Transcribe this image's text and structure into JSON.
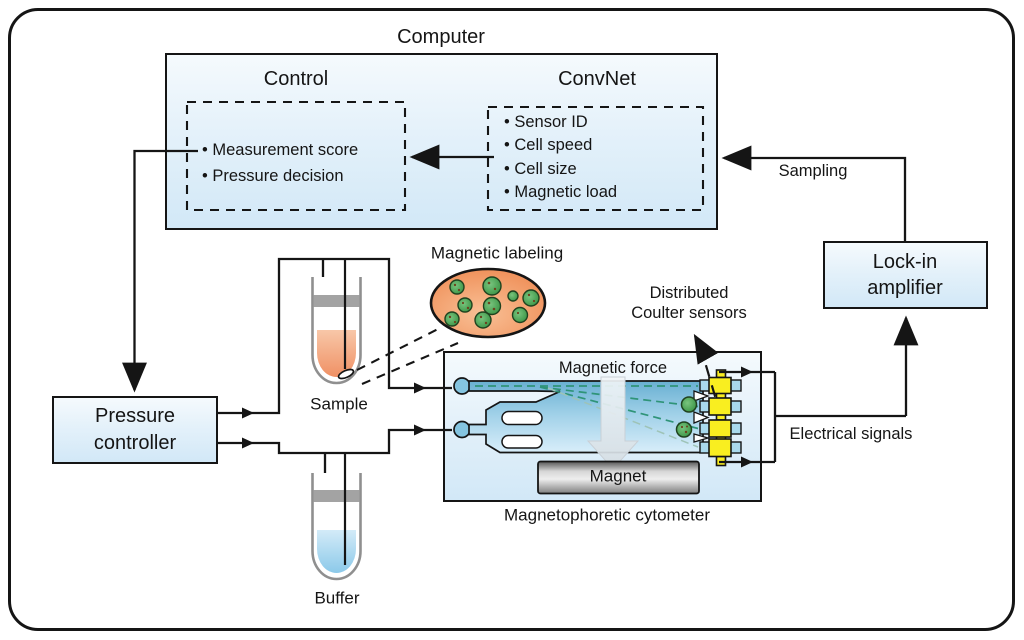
{
  "computer": {
    "title": "Computer",
    "control": {
      "title": "Control",
      "items": [
        "• Measurement score",
        "• Pressure decision"
      ]
    },
    "convnet": {
      "title": "ConvNet",
      "items": [
        "• Sensor ID",
        "• Cell speed",
        "• Cell size",
        "• Magnetic load"
      ]
    }
  },
  "boxes": {
    "lock_in": {
      "line1": "Lock-in",
      "line2": "amplifier"
    },
    "pressure": {
      "line1": "Pressure",
      "line2": "controller"
    }
  },
  "labels": {
    "sampling": "Sampling",
    "electrical_signals": "Electrical signals",
    "magnetic_labeling": "Magnetic labeling",
    "magnetic_force": "Magnetic force",
    "magnet": "Magnet",
    "cytometer": "Magnetophoretic cytometer",
    "sample": "Sample",
    "buffer": "Buffer",
    "sensors_line1": "Distributed",
    "sensors_line2": "Coulter sensors"
  },
  "colors": {
    "box_fill_top": "#f5fafd",
    "box_fill_bottom": "#d2e8f7",
    "box_border": "#151515",
    "channel_blue_dark": "#65aed1",
    "channel_blue_light": "#d9eefa",
    "sensor_yellow": "#f9ee20",
    "magnet_gray": "#8c8c8c",
    "sample_liquid_orange": "#ef8d60",
    "buffer_liquid_blue": "#85c6e8",
    "labeling_ellipse_orange": "#ee8a52",
    "cell_green": "#3f9e4d",
    "trajectory_teal": "#2f9478"
  }
}
